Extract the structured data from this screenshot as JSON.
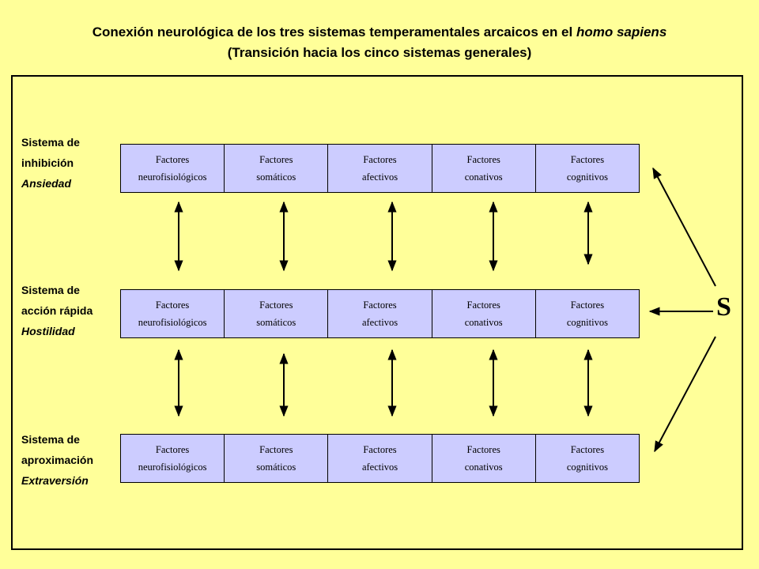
{
  "title": {
    "line1_prefix": "Conexión neurológica de los tres sistemas temperamentales arcaicos en el ",
    "line1_italic": "homo sapiens",
    "line2": "(Transición hacia los cinco sistemas generales)"
  },
  "systems": [
    {
      "line1": "Sistema de",
      "line2": "inhibición",
      "trait": "Ansiedad"
    },
    {
      "line1": "Sistema de",
      "line2": "acción rápida",
      "trait": "Hostilidad"
    },
    {
      "line1": "Sistema de",
      "line2": "aproximación",
      "trait": "Extraversión"
    }
  ],
  "factors": [
    {
      "word": "Factores",
      "type": "neurofisiológicos"
    },
    {
      "word": "Factores",
      "type": "somáticos"
    },
    {
      "word": "Factores",
      "type": "afectivos"
    },
    {
      "word": "Factores",
      "type": "conativos"
    },
    {
      "word": "Factores",
      "type": "cognitivos"
    }
  ],
  "s_label": "S"
}
